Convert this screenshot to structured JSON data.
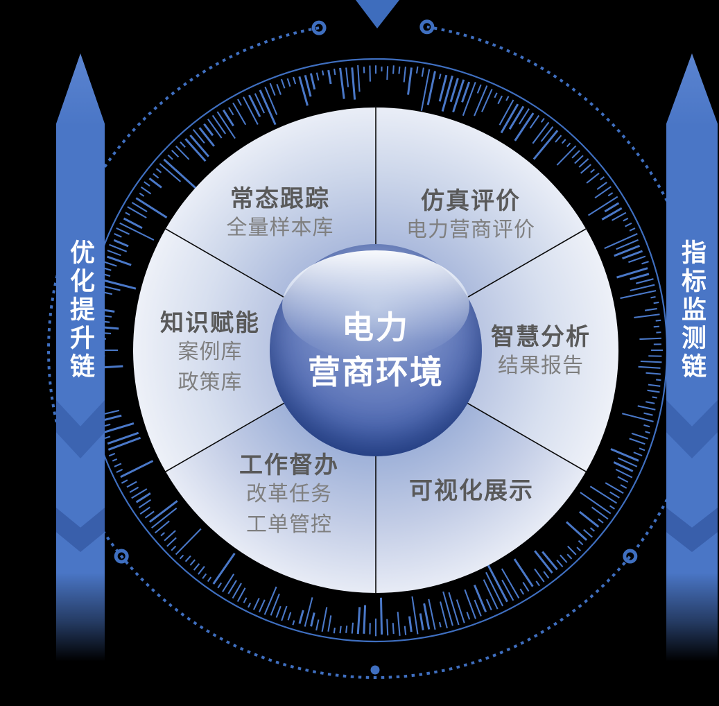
{
  "background_color": "#000000",
  "palette": {
    "bar_blue": "#4a76c6",
    "bar_blue_light": "#5b84d0",
    "ring_blue": "#3f6fc0",
    "tick_blue": "#4a78c8",
    "triangle_blue": "#3e6dbd",
    "separator_line": "#0a0a0a",
    "heading_gray": "#595959",
    "subtext_gray": "#7f7f7f",
    "sphere_deep_blue": "#2c4b97",
    "sphere_mid_blue": "#5e76ba",
    "wedge_inner_deep": "#9db0d8",
    "wedge_inner_mid": "#aab9dc",
    "wedge_inner_light": "#b9c5e2",
    "wedge_outer_light": "#eef1f8",
    "text_white": "#ffffff"
  },
  "center_sphere": {
    "line1": "电力",
    "line2": "营商环境"
  },
  "chains": {
    "left": {
      "label": "优化提升链"
    },
    "right": {
      "label": "指标监测链"
    }
  },
  "segments": [
    {
      "title": "常态跟踪",
      "lines": [
        "全量样本库"
      ],
      "position": "top-left"
    },
    {
      "title": "仿真评价",
      "lines": [
        "电力营商评价"
      ],
      "position": "top-right"
    },
    {
      "title": "智慧分析",
      "lines": [
        "结果报告"
      ],
      "position": "right"
    },
    {
      "title": "可视化展示",
      "lines": [],
      "position": "bottom-right"
    },
    {
      "title": "工作督办",
      "lines": [
        "改革任务",
        "工单管控"
      ],
      "position": "bottom-left"
    },
    {
      "title": "知识赋能",
      "lines": [
        "案例库",
        "政策库"
      ],
      "position": "left"
    }
  ]
}
